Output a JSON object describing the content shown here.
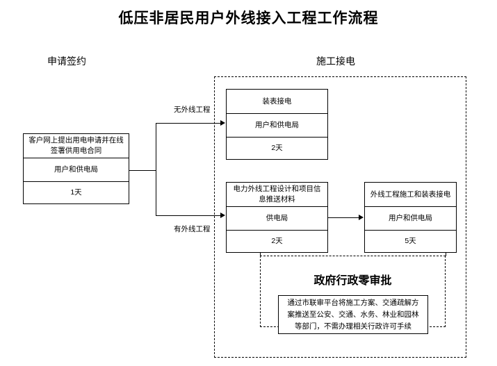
{
  "document": {
    "title": "低压非居民用户外线接入工程工作流程"
  },
  "phases": [
    {
      "name": "apply-sign",
      "label": "申请签约"
    },
    {
      "name": "construction-power",
      "label": "施工接电"
    }
  ],
  "nodes": [
    {
      "id": "apply",
      "title": "客户网上提出用电申请并在线签署供用电合同",
      "actor": "用户和供电局",
      "duration": "1天"
    },
    {
      "id": "meter-install",
      "title": "装表接电",
      "actor": "用户和供电局",
      "duration": "2天"
    },
    {
      "id": "design-push",
      "title": "电力外线工程设计和项目信息推送材料",
      "actor": "供电局",
      "duration": "2天"
    },
    {
      "id": "construct-meter",
      "title": "外线工程施工和装表接电",
      "actor": "用户和供电局",
      "duration": "5天"
    }
  ],
  "edges": [
    {
      "id": "no-external",
      "label": "无外线工程"
    },
    {
      "id": "has-external",
      "label": "有外线工程"
    }
  ],
  "approval": {
    "caption": "政府行政零审批",
    "note": "通过市联审平台将施工方案、交通疏解方案推送至公安、交通、水务、林业和园林等部门，不需办理相关行政许可手续"
  },
  "colors": {
    "background": "#ffffff",
    "stroke": "#000000",
    "text": "#000000"
  }
}
